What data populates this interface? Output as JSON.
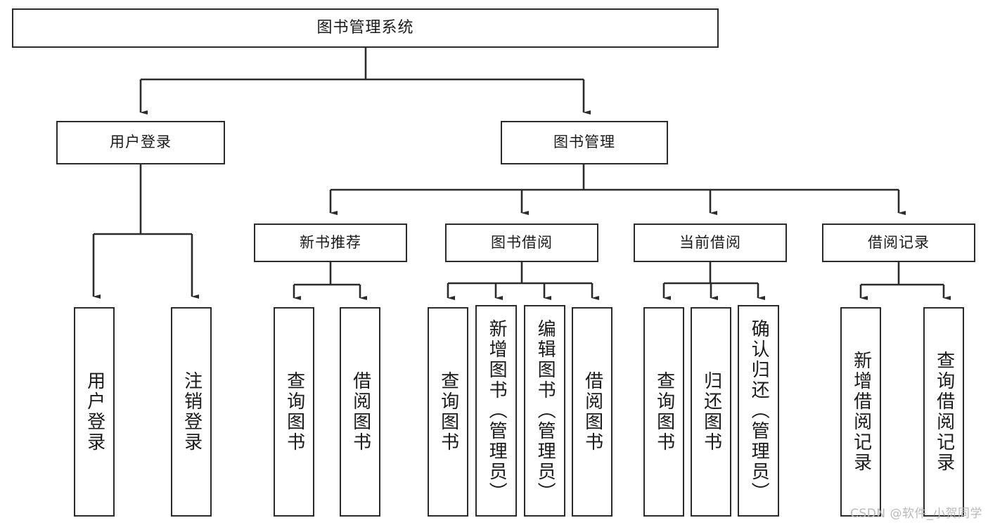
{
  "diagram": {
    "title": "图书管理系统",
    "type": "hierarchy-tree",
    "levels": 4,
    "root": {
      "id": "root",
      "label": "图书管理系统"
    },
    "level2": [
      {
        "id": "user-login",
        "label": "用户登录"
      },
      {
        "id": "book-manage",
        "label": "图书管理"
      }
    ],
    "level3": [
      {
        "id": "new-book-rec",
        "label": "新书推荐",
        "parent": "book-manage"
      },
      {
        "id": "book-borrow",
        "label": "图书借阅",
        "parent": "book-manage"
      },
      {
        "id": "current-borrow",
        "label": "当前借阅",
        "parent": "book-manage"
      },
      {
        "id": "borrow-record",
        "label": "借阅记录",
        "parent": "book-manage"
      }
    ],
    "leaves": {
      "user-login": [
        {
          "id": "leaf-user-login",
          "label": "用户登录"
        },
        {
          "id": "leaf-user-logout",
          "label": "注销登录"
        }
      ],
      "new-book-rec": [
        {
          "id": "leaf-query-book-1",
          "label": "查询图书"
        },
        {
          "id": "leaf-borrow-book-1",
          "label": "借阅图书"
        }
      ],
      "book-borrow": [
        {
          "id": "leaf-query-book-2",
          "label": "查询图书"
        },
        {
          "id": "leaf-add-book",
          "label": "新增图书（管理员）"
        },
        {
          "id": "leaf-edit-book",
          "label": "编辑图书（管理员）"
        },
        {
          "id": "leaf-borrow-book-2",
          "label": "借阅图书"
        }
      ],
      "current-borrow": [
        {
          "id": "leaf-query-book-3",
          "label": "查询图书"
        },
        {
          "id": "leaf-return-book",
          "label": "归还图书"
        },
        {
          "id": "leaf-confirm-return",
          "label": "确认归还（管理员）"
        }
      ],
      "borrow-record": [
        {
          "id": "leaf-add-record",
          "label": "新增借阅记录"
        },
        {
          "id": "leaf-query-record",
          "label": "查询借阅记录"
        }
      ]
    }
  },
  "watermark": {
    "text": "CSDN @软件_小贺同学"
  },
  "colors": {
    "stroke": "#2b2b2b",
    "background": "#ffffff",
    "text": "#1a1a1a",
    "watermark": "#b9b9b9"
  }
}
